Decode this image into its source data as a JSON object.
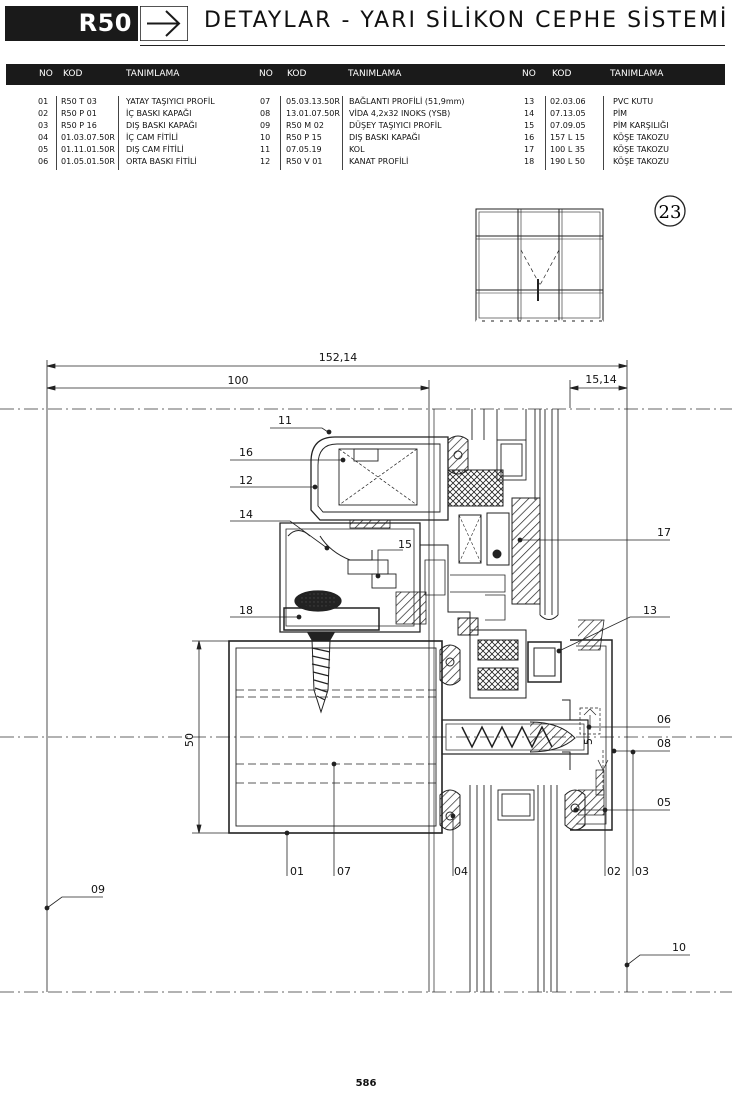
{
  "header": {
    "series": "R50",
    "title": "DETAYLAR - YARI SİLİKON CEPHE SİSTEMİ"
  },
  "table": {
    "columns": [
      "NO",
      "KOD",
      "TANIMLAMA"
    ],
    "groups": [
      [
        {
          "no": "01",
          "kod": "R50 T 03",
          "tanim": "YATAY TAŞIYICI PROFİL"
        },
        {
          "no": "02",
          "kod": "R50 P 01",
          "tanim": "İÇ BASKI KAPAĞI"
        },
        {
          "no": "03",
          "kod": "R50 P 16",
          "tanim": "DIŞ BASKI KAPAĞI"
        },
        {
          "no": "04",
          "kod": "01.03.07.50R",
          "tanim": "İÇ CAM FİTİLİ"
        },
        {
          "no": "05",
          "kod": "01.11.01.50R",
          "tanim": "DIŞ CAM FİTİLİ"
        },
        {
          "no": "06",
          "kod": "01.05.01.50R",
          "tanim": "ORTA BASKI FİTİLİ"
        }
      ],
      [
        {
          "no": "07",
          "kod": "05.03.13.50R",
          "tanim": "BAĞLANTI PROFİLİ (51,9mm)"
        },
        {
          "no": "08",
          "kod": "13.01.07.50R",
          "tanim": "VİDA 4,2x32 INOKS (YSB)"
        },
        {
          "no": "09",
          "kod": "R50 M 02",
          "tanim": "DÜŞEY TAŞIYICI PROFİL"
        },
        {
          "no": "10",
          "kod": "R50 P 15",
          "tanim": "DIŞ BASKI KAPAĞI"
        },
        {
          "no": "11",
          "kod": "07.05.19",
          "tanim": "KOL"
        },
        {
          "no": "12",
          "kod": "R50 V 01",
          "tanim": "KANAT PROFİLİ"
        }
      ],
      [
        {
          "no": "13",
          "kod": "02.03.06",
          "tanim": "PVC KUTU"
        },
        {
          "no": "14",
          "kod": "07.13.05",
          "tanim": "PİM"
        },
        {
          "no": "15",
          "kod": "07.09.05",
          "tanim": "PİM KARŞILIĞI"
        },
        {
          "no": "16",
          "kod": "157 L 15",
          "tanim": "KÖŞE TAKOZU"
        },
        {
          "no": "17",
          "kod": "100 L 35",
          "tanim": "KÖŞE TAKOZU"
        },
        {
          "no": "18",
          "kod": "190 L 50",
          "tanim": "KÖŞE TAKOZU"
        }
      ]
    ]
  },
  "detail_number": "23",
  "dimensions": {
    "overall": "152,14",
    "left": "100",
    "right": "15,14",
    "height": "50",
    "small": "5"
  },
  "callouts": [
    "11",
    "16",
    "12",
    "14",
    "15",
    "18",
    "17",
    "13",
    "06",
    "08",
    "05",
    "09",
    "01",
    "07",
    "04",
    "02",
    "03",
    "10"
  ],
  "page_number": "586"
}
